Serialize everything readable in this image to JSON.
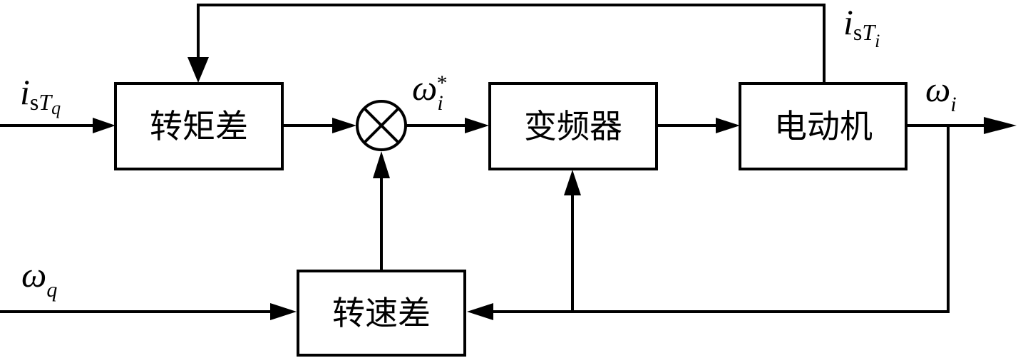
{
  "blocks": {
    "torque_diff": "转矩差",
    "inverter": "变频器",
    "motor": "电动机",
    "speed_diff": "转速差"
  },
  "signals": {
    "i_sTq": {
      "base": "i",
      "sub": "s",
      "sub2": "T",
      "sub3": "q"
    },
    "i_sTi": {
      "base": "i",
      "sub": "s",
      "sub2": "T",
      "sub3": "i"
    },
    "omega_i_star": {
      "base": "ω",
      "sub": "i",
      "sup": "*"
    },
    "omega_i": {
      "base": "ω",
      "sub": "i"
    },
    "omega_q": {
      "base": "ω",
      "sub": "q"
    }
  }
}
